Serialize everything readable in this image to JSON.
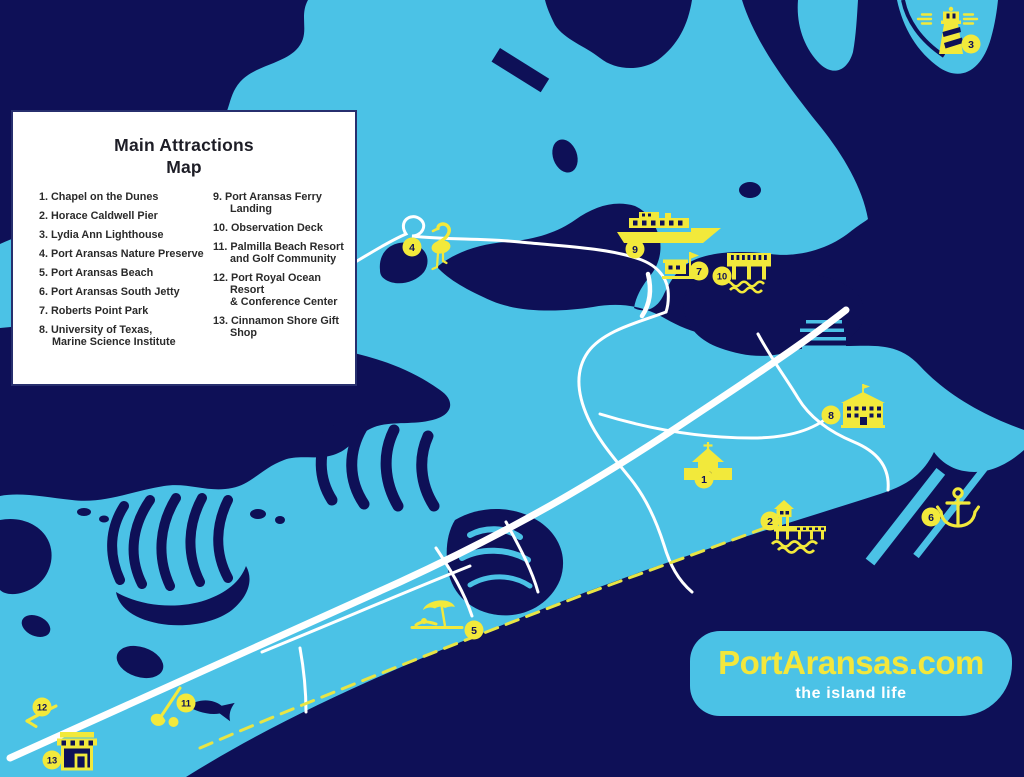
{
  "legend": {
    "title": "Main Attractions\nMap",
    "col1": [
      "1. Chapel on the Dunes",
      "2. Horace Caldwell Pier",
      "3. Lydia Ann Lighthouse",
      "4. Port Aransas Nature Preserve",
      "5. Port Aransas Beach",
      "6. Port Aransas South Jetty",
      "7. Roberts Point Park",
      "8. University of Texas,\nMarine Science Institute"
    ],
    "col2": [
      "9. Port Aransas Ferry Landing",
      "10. Observation Deck",
      "11. Palmilla Beach Resort\nand Golf Community",
      "12. Port Royal Ocean Resort\n& Conference Center",
      "13. Cinnamon Shore Gift\nShop"
    ]
  },
  "branding": {
    "site": "PortAransas.com",
    "tagline": "the island life"
  },
  "markers": [
    {
      "num": "1",
      "name": "Chapel on the Dunes"
    },
    {
      "num": "2",
      "name": "Horace Caldwell Pier"
    },
    {
      "num": "3",
      "name": "Lydia Ann Lighthouse"
    },
    {
      "num": "4",
      "name": "Port Aransas Nature Preserve"
    },
    {
      "num": "5",
      "name": "Port Aransas Beach"
    },
    {
      "num": "6",
      "name": "Port Aransas South Jetty"
    },
    {
      "num": "7",
      "name": "Roberts Point Park"
    },
    {
      "num": "8",
      "name": "University of Texas, Marine Science Institute"
    },
    {
      "num": "9",
      "name": "Port Aransas Ferry Landing"
    },
    {
      "num": "10",
      "name": "Observation Deck"
    },
    {
      "num": "11",
      "name": "Palmilla Beach Resort and Golf Community"
    },
    {
      "num": "12",
      "name": "Port Royal Ocean Resort & Conference Center"
    },
    {
      "num": "13",
      "name": "Cinnamon Shore Gift Shop"
    }
  ],
  "colors": {
    "water_navy": "#0e1057",
    "land_blue": "#4bc2e6",
    "accent_yellow": "#f2e93b",
    "road_white": "#ffffff",
    "dashed_road": "#e8e544",
    "legend_border": "#272f6e"
  }
}
